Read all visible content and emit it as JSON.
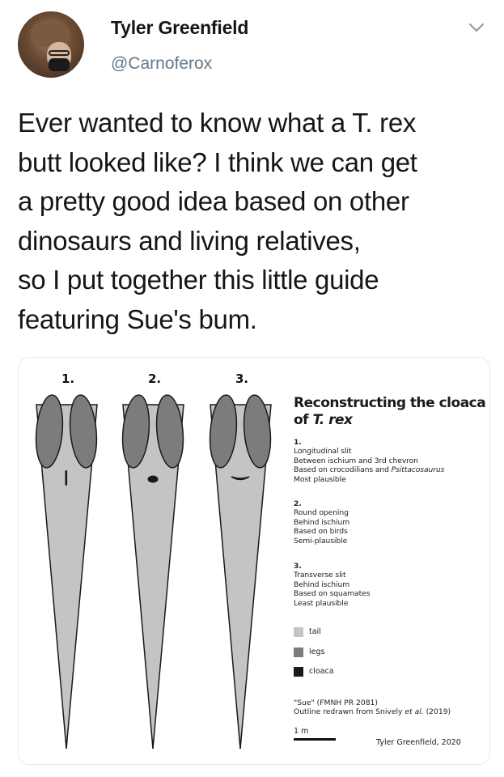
{
  "tweet": {
    "user_name": "Tyler Greenfield",
    "handle": "@Carnoferox",
    "text_lines": [
      "Ever wanted to know what a T. rex",
      "butt looked like? I think we can get",
      "a pretty good idea based on other",
      "dinosaurs and living relatives,",
      "so I put together this little guide",
      "featuring Sue's bum."
    ]
  },
  "figure": {
    "columns": [
      "1.",
      "2.",
      "3."
    ],
    "title_line1": "Reconstructing the cloaca",
    "title_line2_prefix": "of ",
    "title_line2_italic": "T. rex",
    "options": [
      {
        "num": "1.",
        "line1": "Longitudinal slit",
        "line2": "Between ischium and 3rd chevron",
        "line3_prefix": "Based on crocodilians and ",
        "line3_italic": "Psittacosaurus",
        "line4": "Most plausible"
      },
      {
        "num": "2.",
        "line1": "Round opening",
        "line2": "Behind ischium",
        "line3_prefix": "Based on birds",
        "line3_italic": "",
        "line4": "Semi-plausible"
      },
      {
        "num": "3.",
        "line1": "Transverse slit",
        "line2": "Behind ischium",
        "line3_prefix": "Based on squamates",
        "line3_italic": "",
        "line4": "Least plausible"
      }
    ],
    "legend": [
      {
        "label": "tail",
        "color": "#c4c4c4"
      },
      {
        "label": "legs",
        "color": "#7c7c7c"
      },
      {
        "label": "cloaca",
        "color": "#1a1a1a"
      }
    ],
    "source_line1": "\"Sue\" (FMNH PR 2081)",
    "source_line2_prefix": "Outline redrawn from Snively ",
    "source_line2_italic": "et al.",
    "source_line2_suffix": " (2019)",
    "scale_label": "1 m",
    "credit": "Tyler Greenfield, 2020"
  }
}
